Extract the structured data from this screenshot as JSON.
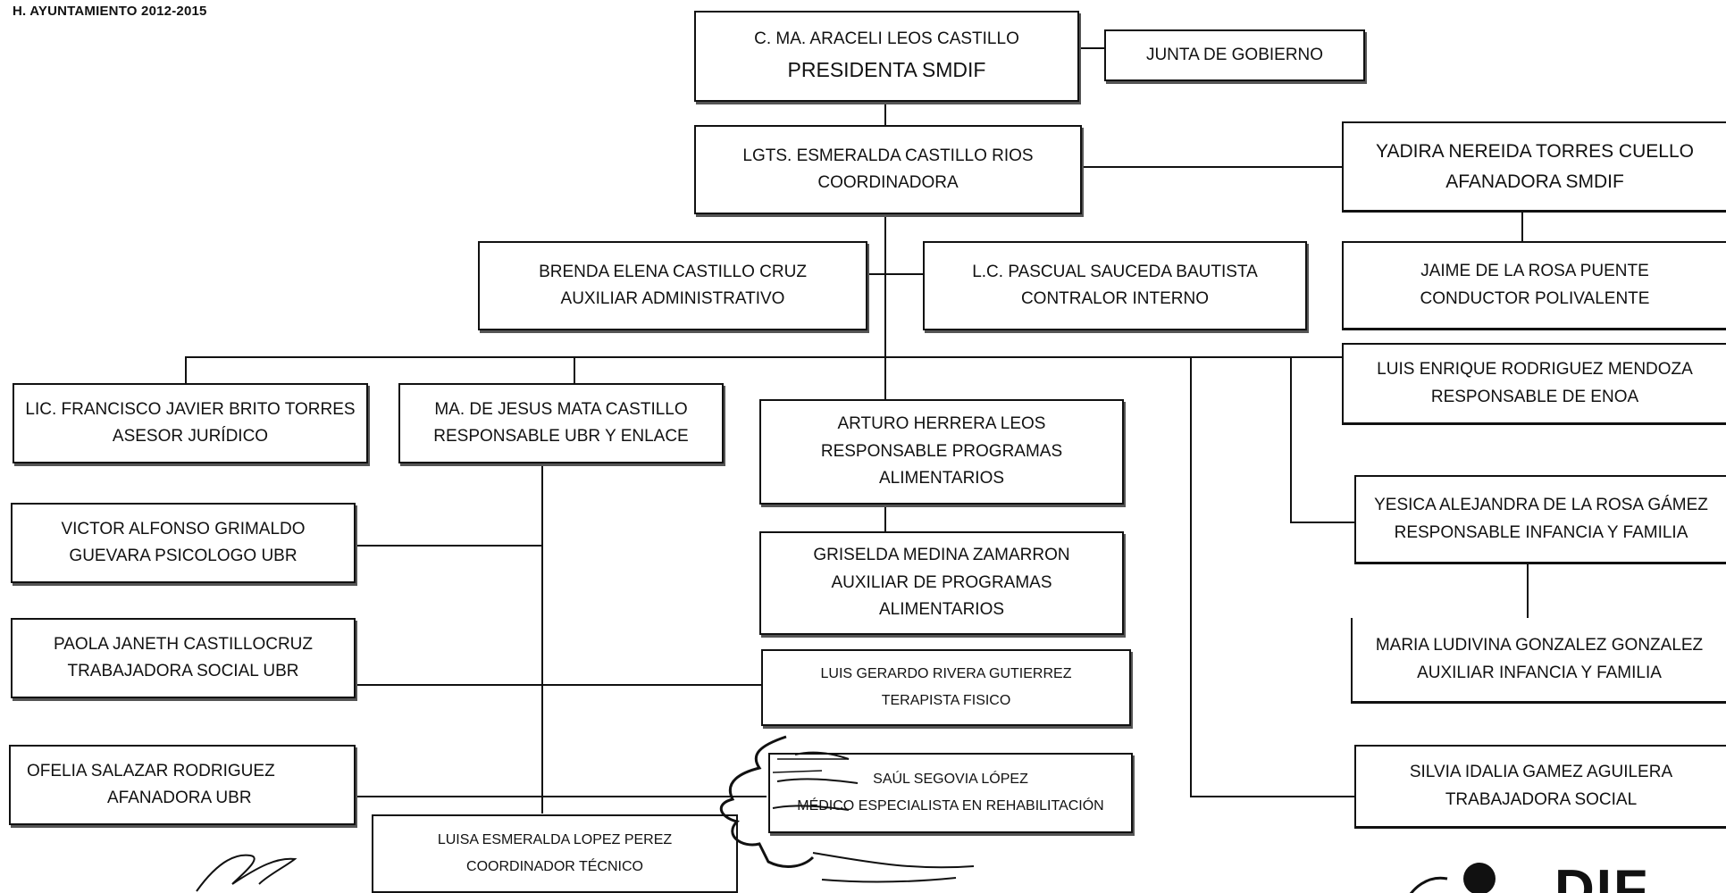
{
  "header": "H. AYUNTAMIENTO 2012-2015",
  "presidenta": {
    "name": "C. MA. ARACELI LEOS CASTILLO",
    "role": "PRESIDENTA SMDIF"
  },
  "junta": {
    "name": "JUNTA DE GOBIERNO"
  },
  "coordinadora": {
    "name": "LGTS. ESMERALDA CASTILLO RIOS",
    "role": "COORDINADORA"
  },
  "afanadora_smdif": {
    "name": "YADIRA NEREIDA TORRES CUELLO",
    "role": "AFANADORA SMDIF"
  },
  "conductor": {
    "name": "JAIME DE LA ROSA PUENTE",
    "role": "CONDUCTOR POLIVALENTE"
  },
  "aux_admin": {
    "name": "BRENDA ELENA CASTILLO CRUZ",
    "role": "AUXILIAR ADMINISTRATIVO"
  },
  "contralor": {
    "name": "L.C. PASCUAL SAUCEDA BAUTISTA",
    "role": "CONTRALOR INTERNO"
  },
  "asesor": {
    "name": "LIC. FRANCISCO JAVIER BRITO TORRES",
    "role": "ASESOR JURÍDICO"
  },
  "ubr": {
    "name": "MA. DE JESUS MATA CASTILLO",
    "role": "RESPONSABLE UBR Y ENLACE"
  },
  "prog_alim": {
    "name": "ARTURO HERRERA LEOS",
    "role": "RESPONSABLE PROGRAMAS",
    "role2": "ALIMENTARIOS"
  },
  "aux_prog": {
    "name": "GRISELDA MEDINA ZAMARRON",
    "role": "AUXILIAR DE PROGRAMAS",
    "role2": "ALIMENTARIOS"
  },
  "enoa": {
    "name": "LUIS ENRIQUE RODRIGUEZ MENDOZA",
    "role": "RESPONSABLE DE ENOA"
  },
  "infancia": {
    "name": "YESICA ALEJANDRA DE LA ROSA GÁMEZ",
    "role": "RESPONSABLE INFANCIA Y FAMILIA"
  },
  "aux_infancia": {
    "name": "MARIA LUDIVINA GONZALEZ GONZALEZ",
    "role": "AUXILIAR INFANCIA Y FAMILIA"
  },
  "psicologo": {
    "name": "VICTOR ALFONSO GRIMALDO",
    "role": "GUEVARA PSICOLOGO UBR"
  },
  "trab_social_ubr": {
    "name": "PAOLA JANETH CASTILLOCRUZ",
    "role": "TRABAJADORA SOCIAL UBR"
  },
  "terapista": {
    "name": "LUIS GERARDO RIVERA GUTIERREZ",
    "role": "TERAPISTA FISICO"
  },
  "afanadora_ubr": {
    "name": "OFELIA SALAZAR RODRIGUEZ",
    "role": "AFANADORA UBR"
  },
  "medico": {
    "name": "SAÚL SEGOVIA LÓPEZ",
    "role": "MÉDICO ESPECIALISTA EN REHABILITACIÓN"
  },
  "coord_tecnico": {
    "name": "LUISA ESMERALDA LOPEZ PEREZ",
    "role": "COORDINADOR TÉCNICO"
  },
  "trab_social": {
    "name": "SILVIA IDALIA GAMEZ AGUILERA",
    "role": "TRABAJADORA SOCIAL"
  },
  "logo_text": "DIF",
  "colors": {
    "line": "#111111",
    "background": "#ffffff"
  }
}
